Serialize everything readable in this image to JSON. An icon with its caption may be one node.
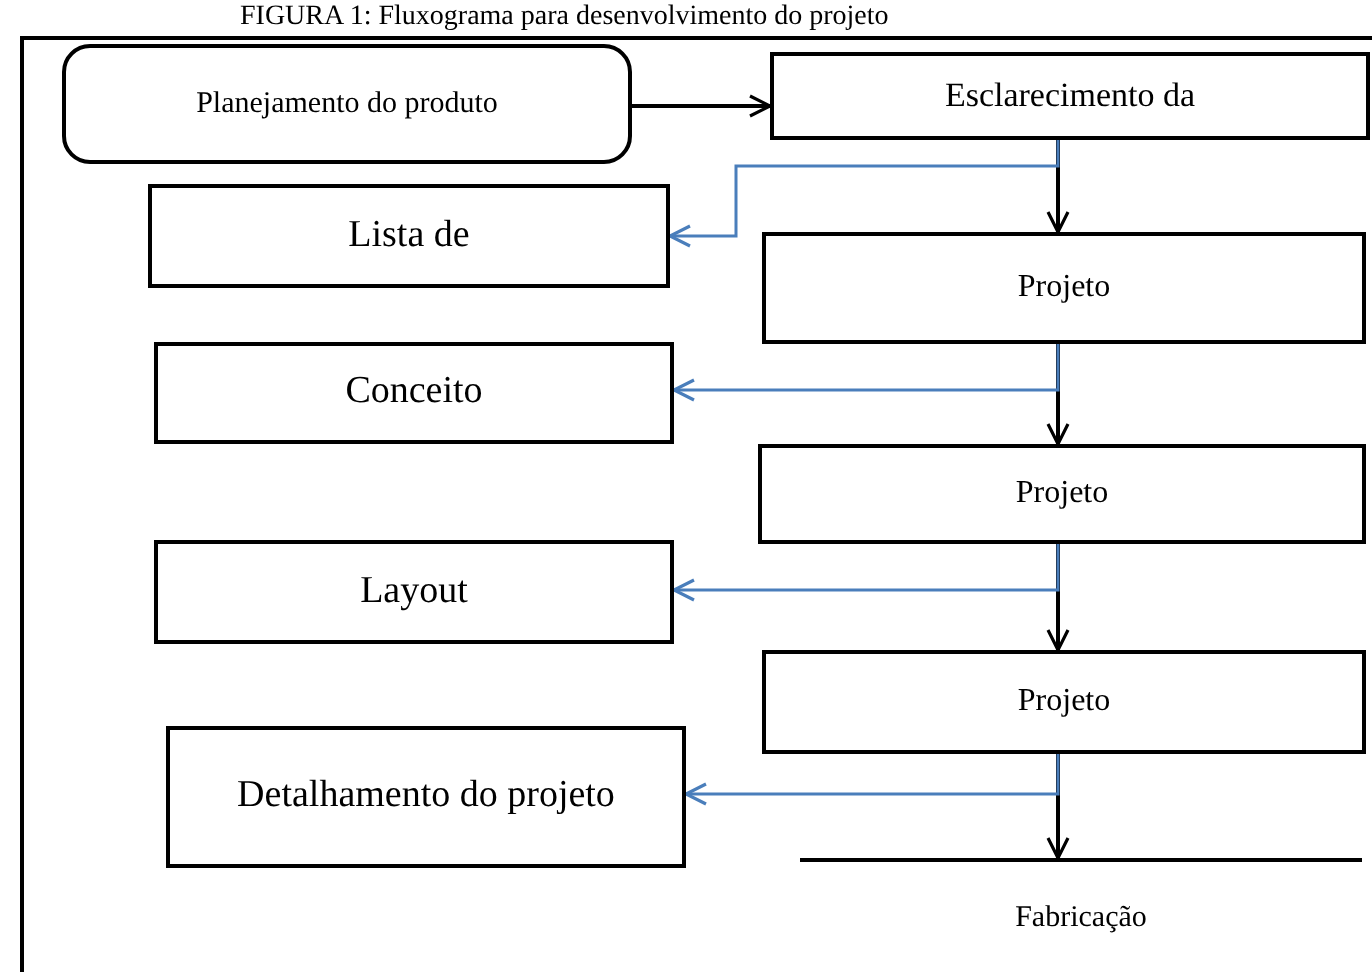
{
  "diagram": {
    "title": "FIGURA 1: Fluxograma para desenvolvimento do projeto",
    "nodes": [
      {
        "text": [
          "Planejamento do produto"
        ]
      },
      {
        "text": [
          "Esclarecimento da"
        ]
      },
      {
        "text": [
          "Lista de"
        ]
      },
      {
        "text": [
          "Projeto"
        ]
      },
      {
        "text": [
          "Conceito"
        ]
      },
      {
        "text": [
          "Projeto"
        ]
      },
      {
        "text": [
          "Layout"
        ]
      },
      {
        "text": [
          "Projeto"
        ]
      },
      {
        "text": [
          "Detalhamento do projeto"
        ]
      },
      {
        "text": [
          "Fabricação"
        ]
      }
    ],
    "edges": [
      {
        "from": 0,
        "to": 1,
        "arrow": "to"
      },
      {
        "from": 1,
        "to": 3,
        "arrow": "to"
      },
      {
        "from": 1,
        "to": 2,
        "arrow": "to",
        "color": "#4a7ebb"
      },
      {
        "from": 3,
        "to": 5,
        "arrow": "to"
      },
      {
        "from": 3,
        "to": 4,
        "arrow": "to",
        "color": "#4a7ebb"
      },
      {
        "from": 5,
        "to": 7,
        "arrow": "to"
      },
      {
        "from": 5,
        "to": 6,
        "arrow": "to",
        "color": "#4a7ebb"
      },
      {
        "from": 7,
        "to": 9,
        "arrow": "to"
      },
      {
        "from": 7,
        "to": 8,
        "arrow": "to",
        "color": "#4a7ebb"
      }
    ]
  }
}
